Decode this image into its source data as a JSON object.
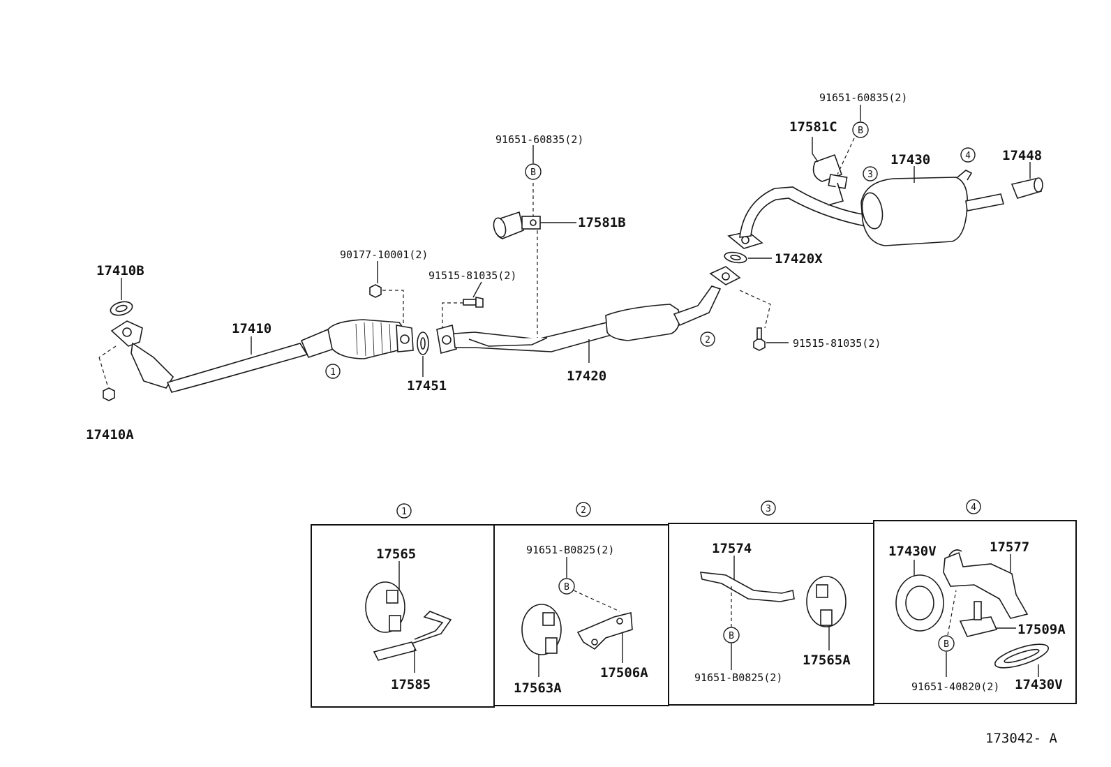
{
  "diagram": {
    "figure_code": "173042- A",
    "parts": {
      "p17410B": "17410B",
      "p17410": "17410",
      "p17410A": "17410A",
      "p90177": "90177-10001(2)",
      "p91515_left": "91515-81035(2)",
      "p17451": "17451",
      "p91651_center": "91651-60835(2)",
      "p17581B": "17581B",
      "p17420": "17420",
      "p91515_right": "91515-81035(2)",
      "p17420X": "17420X",
      "p91651_top": "91651-60835(2)",
      "p17581C": "17581C",
      "p17430": "17430",
      "p17448": "17448"
    },
    "callouts": {
      "c1": "1",
      "c2": "2",
      "c3": "3",
      "c4": "4",
      "b": "B"
    },
    "detail_boxes": [
      {
        "number": "1",
        "parts": [
          "17565",
          "17585"
        ]
      },
      {
        "number": "2",
        "parts": [
          "91651-B0825(2)",
          "17563A",
          "17506A"
        ]
      },
      {
        "number": "3",
        "parts": [
          "17574",
          "17565A",
          "91651-B0825(2)"
        ]
      },
      {
        "number": "4",
        "parts": [
          "17430V",
          "17577",
          "17509A",
          "91651-40820(2)",
          "17430V"
        ]
      }
    ]
  }
}
